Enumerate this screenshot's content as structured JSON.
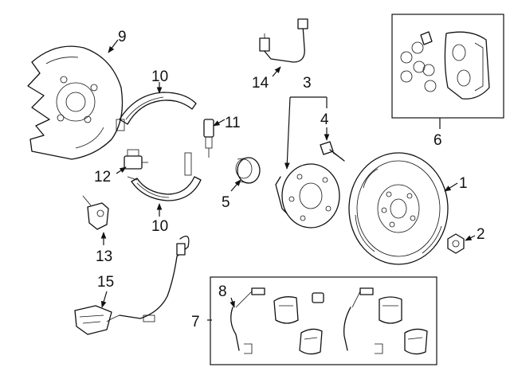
{
  "callouts": {
    "c1": "1",
    "c2": "2",
    "c3": "3",
    "c4": "4",
    "c5": "5",
    "c6": "6",
    "c7": "7",
    "c8": "8",
    "c9": "9",
    "c10a": "10",
    "c10b": "10",
    "c11": "11",
    "c12": "12",
    "c13": "13",
    "c14": "14",
    "c15": "15"
  },
  "colors": {
    "line": "#111111",
    "background": "#ffffff"
  }
}
